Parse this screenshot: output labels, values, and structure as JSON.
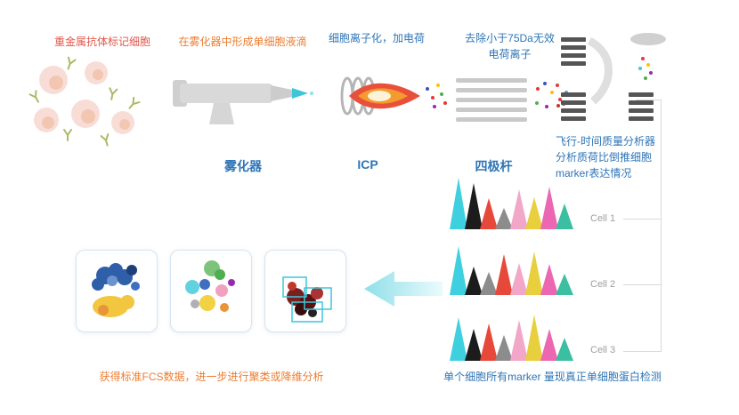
{
  "colors": {
    "red": "#e0564a",
    "orange": "#ed7d31",
    "blue": "#2e75b6",
    "gray_label": "#9e9e9e",
    "line": "#d9d9d9",
    "arrow": "#9fe3ec"
  },
  "steps": {
    "cells_caption": "重金属抗体标记细胞",
    "nebulizer_caption": "在雾化器中形成单细胞液滴",
    "nebulizer_label": "雾化器",
    "icp_caption": "细胞离子化，加电荷",
    "icp_label": "ICP",
    "quadrupole_caption": "去除小于75Da无效\n电荷离子",
    "quadrupole_label": "四极杆",
    "tof_caption": "飞行-时间质量分析器\n分析质荷比倒推细胞\nmarker表达情况"
  },
  "histograms": {
    "rows": [
      {
        "label": "Cell 1",
        "peaks": [
          {
            "color": "#3fd0e0",
            "h": 1.0
          },
          {
            "color": "#1c1c1c",
            "h": 0.9
          },
          {
            "color": "#e6483a",
            "h": 0.6
          },
          {
            "color": "#8c8c8c",
            "h": 0.42
          },
          {
            "color": "#f2a6c8",
            "h": 0.78
          },
          {
            "color": "#e8cf3e",
            "h": 0.62
          },
          {
            "color": "#ec67b2",
            "h": 0.82
          },
          {
            "color": "#3cbfa0",
            "h": 0.5
          }
        ]
      },
      {
        "label": "Cell 2",
        "peaks": [
          {
            "color": "#3fd0e0",
            "h": 0.95
          },
          {
            "color": "#1c1c1c",
            "h": 0.55
          },
          {
            "color": "#8c8c8c",
            "h": 0.45
          },
          {
            "color": "#e6483a",
            "h": 0.8
          },
          {
            "color": "#f2a6c8",
            "h": 0.62
          },
          {
            "color": "#e8cf3e",
            "h": 0.85
          },
          {
            "color": "#ec67b2",
            "h": 0.6
          },
          {
            "color": "#3cbfa0",
            "h": 0.42
          }
        ]
      },
      {
        "label": "Cell 3",
        "peaks": [
          {
            "color": "#3fd0e0",
            "h": 0.85
          },
          {
            "color": "#1c1c1c",
            "h": 0.62
          },
          {
            "color": "#e6483a",
            "h": 0.72
          },
          {
            "color": "#8c8c8c",
            "h": 0.5
          },
          {
            "color": "#f2a6c8",
            "h": 0.8
          },
          {
            "color": "#e8cf3e",
            "h": 0.9
          },
          {
            "color": "#ec67b2",
            "h": 0.62
          },
          {
            "color": "#3cbfa0",
            "h": 0.45
          }
        ]
      }
    ]
  },
  "captions": {
    "fcs": "获得标准FCS数据，进一步进行聚类或降维分析",
    "single_cell": "单个细胞所有marker 量现真正单细胞蛋白检测"
  }
}
